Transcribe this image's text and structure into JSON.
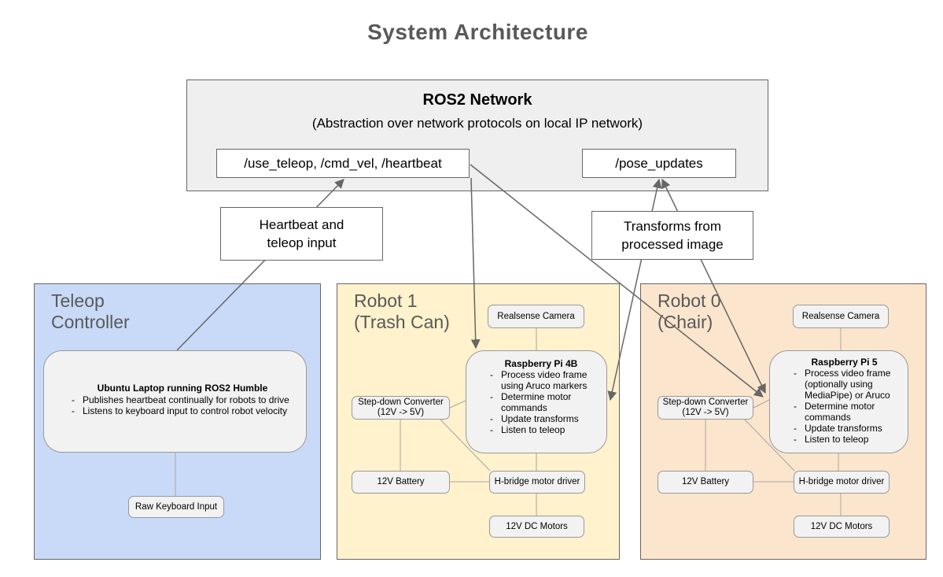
{
  "page_title": "System Architecture",
  "bullet_marker": "-",
  "ros2_network": {
    "title": "ROS2 Network",
    "subtitle": "(Abstraction over network protocols on local IP network)",
    "teleop_topics": "/use_teleop, /cmd_vel, /heartbeat",
    "pose_topic": "/pose_updates"
  },
  "edge_labels": {
    "heartbeat": "Heartbeat and\nteleop input",
    "transforms": "Transforms from\nprocessed image"
  },
  "teleop_controller": {
    "title": "Teleop\nController",
    "laptop": {
      "title": "Ubuntu Laptop running ROS2 Humble",
      "bullets": [
        "Publishes heartbeat continually for robots to drive",
        "Listens to keyboard input to control robot velocity"
      ]
    },
    "keyboard": "Raw Keyboard Input"
  },
  "robot1": {
    "title": "Robot 1\n(Trash Can)",
    "camera": "Realsense Camera",
    "pi": {
      "title": "Raspberry Pi 4B",
      "bullets": [
        "Process video frame using Aruco markers",
        "Determine motor commands",
        "Update transforms",
        "Listen to teleop"
      ]
    },
    "converter": "Step-down Converter\n(12V -> 5V)",
    "battery": "12V Battery",
    "hbridge": "H-bridge motor driver",
    "motors": "12V DC Motors"
  },
  "robot0": {
    "title": "Robot 0\n(Chair)",
    "camera": "Realsense Camera",
    "pi": {
      "title": "Raspberry Pi 5",
      "bullets": [
        "Process video frame (optionally using MediaPipe) or Aruco",
        "Determine motor commands",
        "Update transforms",
        "Listen to teleop"
      ]
    },
    "converter": "Step-down Converter\n(12V -> 5V)",
    "battery": "12V Battery",
    "hbridge": "H-bridge motor driver",
    "motors": "12V DC Motors"
  },
  "colors": {
    "teleop_fill": "#c9daf8",
    "robot1_fill": "#fff2cc",
    "robot0_fill": "#fce5cd",
    "node_fill": "#f2f2f2",
    "ros2_fill": "#efefef",
    "edge": "#666666",
    "heading_text": "#595959"
  }
}
